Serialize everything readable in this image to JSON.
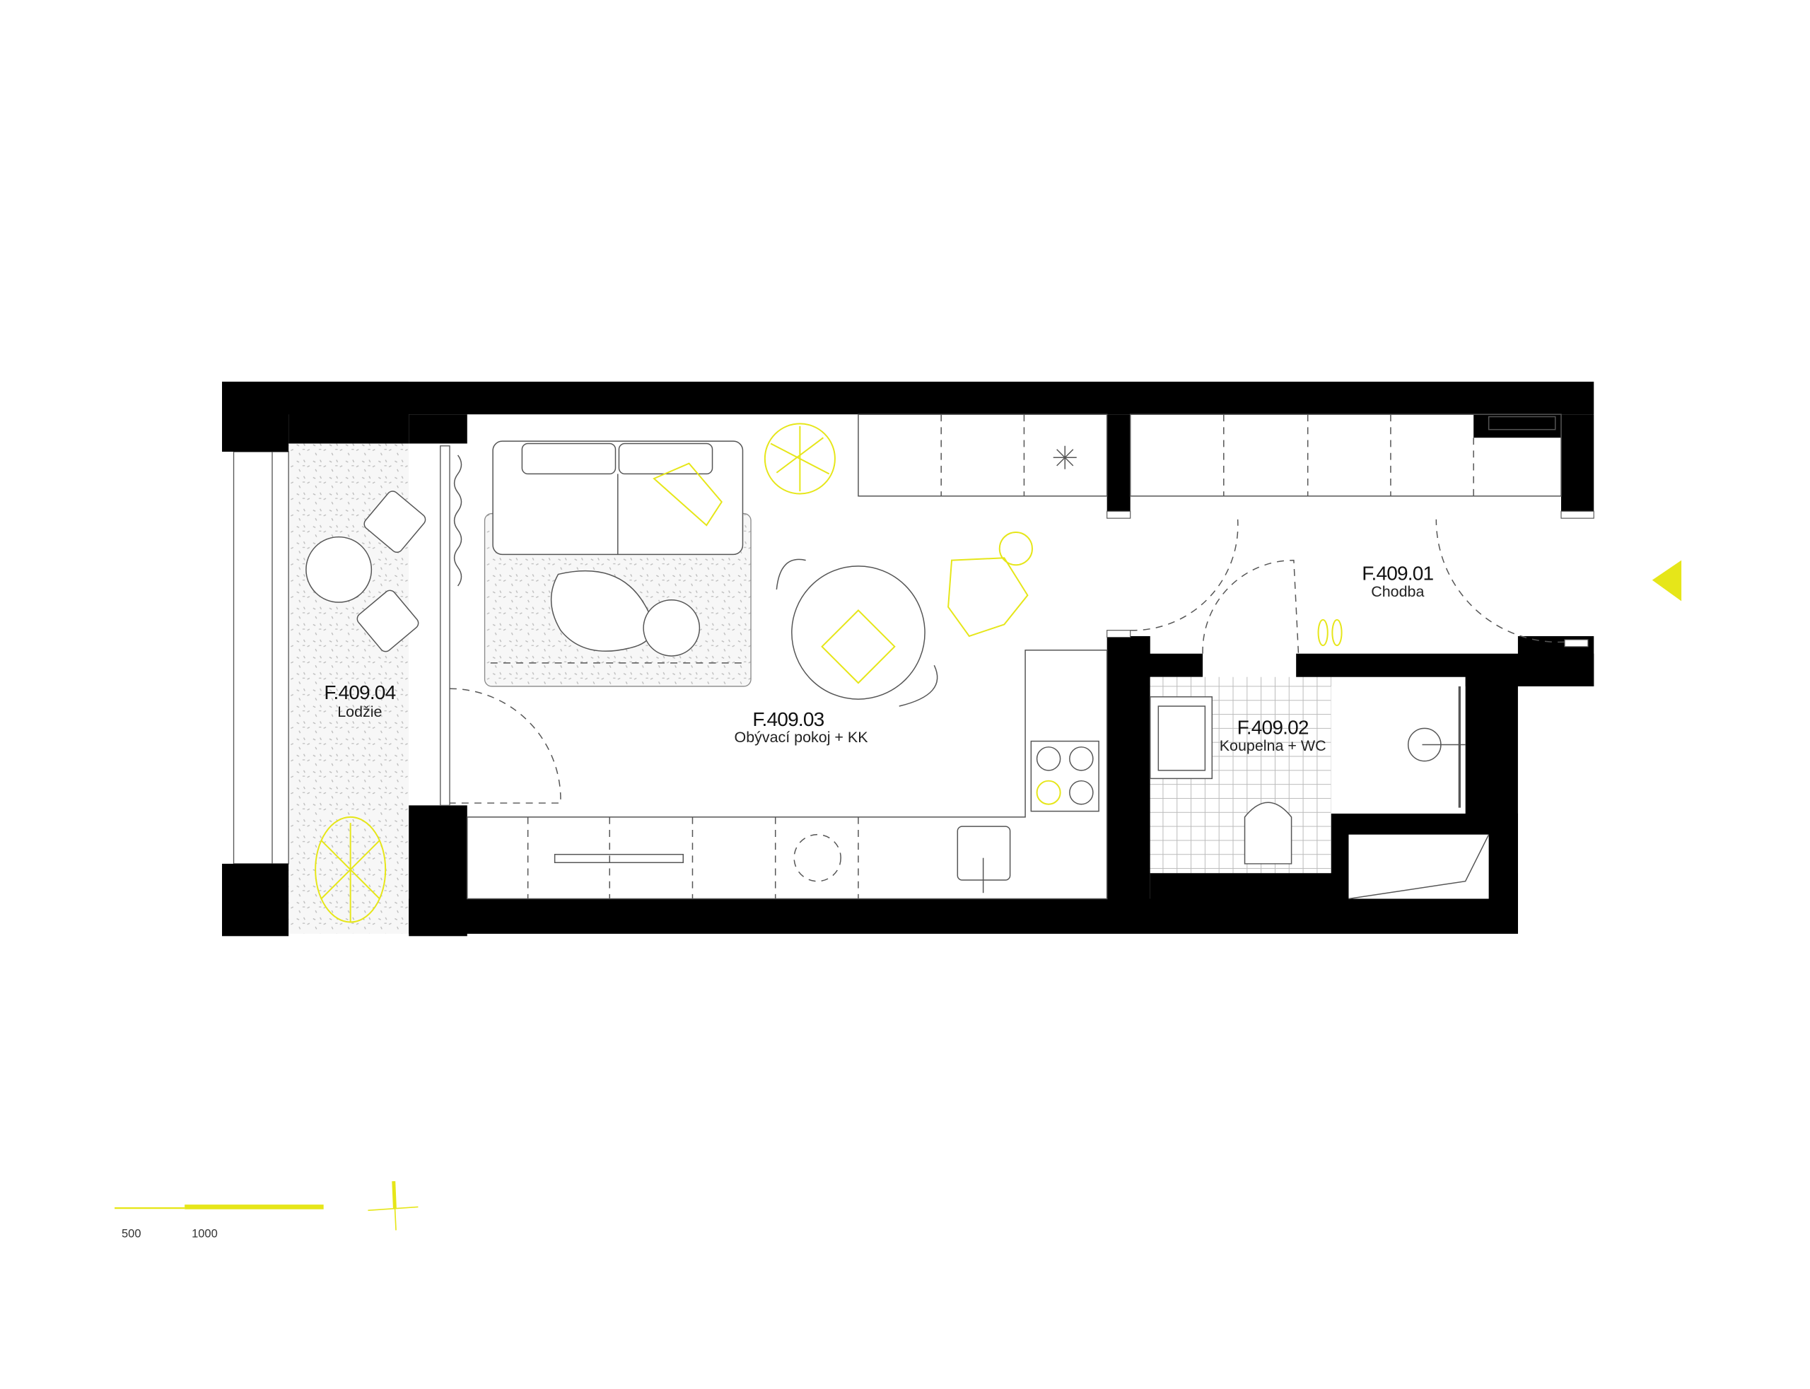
{
  "rooms": [
    {
      "code": "F.409.01",
      "name": "Chodba"
    },
    {
      "code": "F.409.02",
      "name": "Koupelna + WC"
    },
    {
      "code": "F.409.03",
      "name": "Obývací pokoj + KK"
    },
    {
      "code": "F.409.04",
      "name": "Lodžie"
    }
  ],
  "scale_bar": {
    "labels": [
      "500",
      "1000"
    ]
  },
  "colors": {
    "accent": "#e6e619",
    "wall": "#000000"
  }
}
